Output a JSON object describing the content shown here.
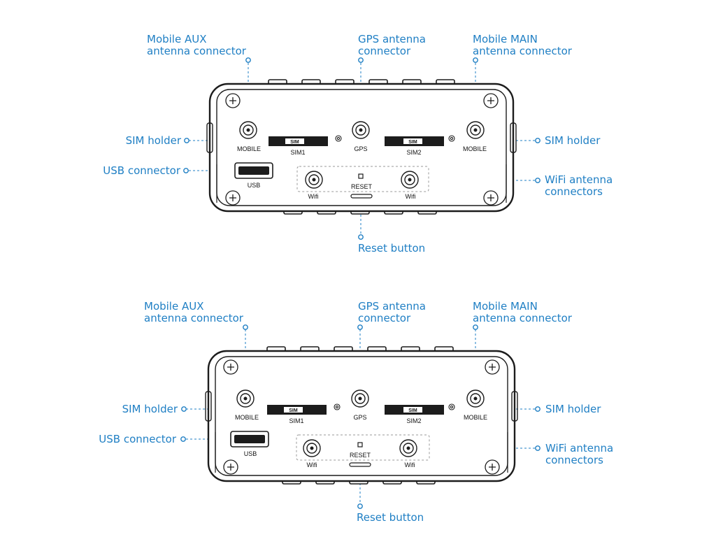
{
  "diagrams": [
    {
      "callouts": {
        "aux_line1": "Mobile AUX",
        "aux_line2": "antenna connector",
        "gps_line1": "GPS antenna",
        "gps_line2": "connector",
        "main_line1": "Mobile MAIN",
        "main_line2": "antenna connector",
        "sim_left": "SIM holder",
        "sim_right": "SIM holder",
        "usb": "USB connector",
        "wifi_line1": "WiFi antenna",
        "wifi_line2": "connectors",
        "reset": "Reset button"
      },
      "ports": {
        "mobile_left": "MOBILE",
        "sim1": "SIM1",
        "gps": "GPS",
        "sim2": "SIM2",
        "mobile_right": "MOBILE",
        "usb": "USB",
        "wifi_left": "Wifi",
        "reset": "RESET",
        "wifi_right": "Wifi",
        "sim_slot_left": "SIM",
        "sim_slot_right": "SIM"
      }
    },
    {
      "callouts": {
        "aux_line1": "Mobile AUX",
        "aux_line2": "antenna connector",
        "gps_line1": "GPS antenna",
        "gps_line2": "connector",
        "main_line1": "Mobile MAIN",
        "main_line2": "antenna connector",
        "sim_left": "SIM holder",
        "sim_right": "SIM holder",
        "usb": "USB connector",
        "wifi_line1": "WiFi antenna",
        "wifi_line2": "connectors",
        "reset": "Reset button"
      },
      "ports": {
        "mobile_left": "MOBILE",
        "sim1": "SIM1",
        "gps": "GPS",
        "sim2": "SIM2",
        "mobile_right": "MOBILE",
        "usb": "USB",
        "wifi_left": "Wifi",
        "reset": "RESET",
        "wifi_right": "Wifi",
        "sim_slot_left": "SIM",
        "sim_slot_right": "SIM"
      }
    }
  ]
}
